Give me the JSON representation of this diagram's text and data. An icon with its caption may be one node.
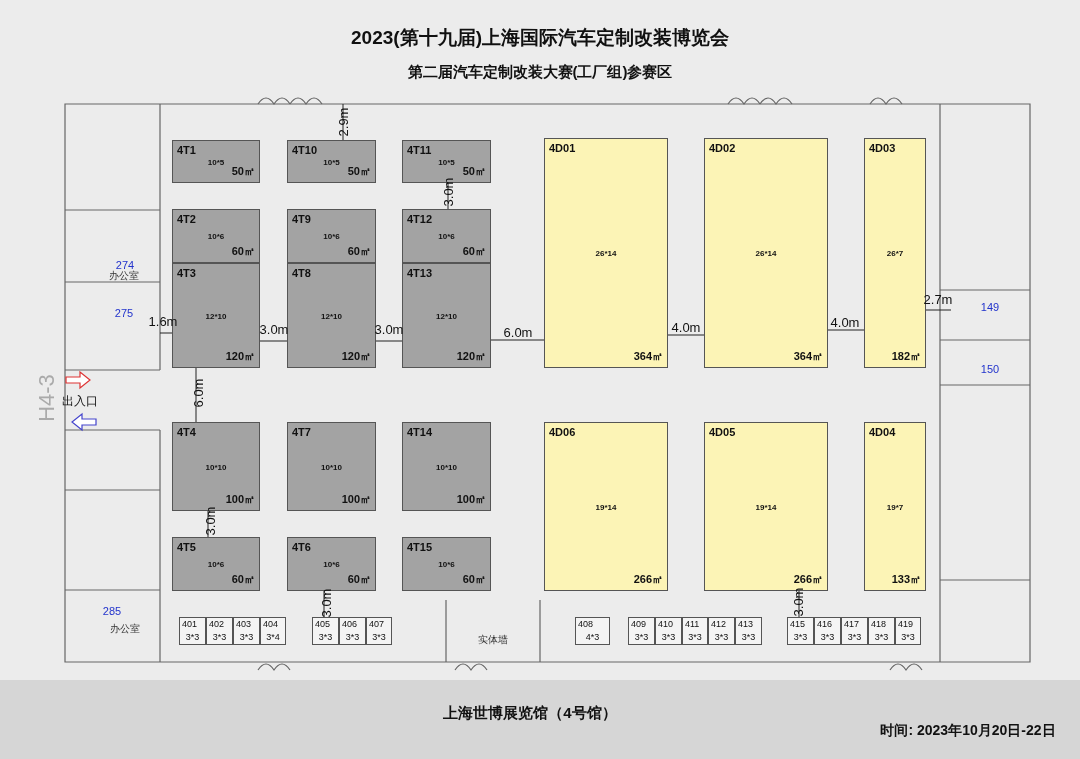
{
  "diagram": {
    "title": "2023(第十九届)上海国际汽车定制改装博览会",
    "caption": "第二届汽车定制改装大赛(工厂组)参赛区",
    "nodes": [
      {
        "text": [
          "4T1",
          "10*5",
          "50㎡"
        ]
      },
      {
        "text": [
          "4T10",
          "10*5",
          "50㎡"
        ]
      },
      {
        "text": [
          "4T11",
          "10*5",
          "50㎡"
        ]
      },
      {
        "text": [
          "4D01",
          "26*14",
          "364㎡"
        ]
      },
      {
        "text": [
          "4D02",
          "26*14",
          "364㎡"
        ]
      },
      {
        "text": [
          "4D03",
          "26*7",
          "182㎡"
        ]
      },
      {
        "text": [
          "4T2",
          "10*6",
          "60㎡"
        ]
      },
      {
        "text": [
          "4T9",
          "10*6",
          "60㎡"
        ]
      },
      {
        "text": [
          "4T12",
          "10*6",
          "60㎡"
        ]
      },
      {
        "text": [
          "4T3",
          "12*10",
          "120㎡"
        ]
      },
      {
        "text": [
          "4T8",
          "12*10",
          "120㎡"
        ]
      },
      {
        "text": [
          "4T13",
          "12*10",
          "120㎡"
        ]
      },
      {
        "text": [
          "4T4",
          "10*10",
          "100㎡"
        ]
      },
      {
        "text": [
          "4T7",
          "10*10",
          "100㎡"
        ]
      },
      {
        "text": [
          "4T14",
          "10*10",
          "100㎡"
        ]
      },
      {
        "text": [
          "4D06",
          "19*14",
          "266㎡"
        ]
      },
      {
        "text": [
          "4D05",
          "19*14",
          "266㎡"
        ]
      },
      {
        "text": [
          "4D04",
          "19*7",
          "133㎡"
        ]
      },
      {
        "text": [
          "4T5",
          "10*6",
          "60㎡"
        ]
      },
      {
        "text": [
          "4T6",
          "10*6",
          "60㎡"
        ]
      },
      {
        "text": [
          "4T15",
          "10*6",
          "60㎡"
        ]
      },
      {
        "text": [
          "401",
          "3*3"
        ]
      },
      {
        "text": [
          "402",
          "3*3"
        ]
      },
      {
        "text": [
          "403",
          "3*3"
        ]
      },
      {
        "text": [
          "404",
          "3*4"
        ]
      },
      {
        "text": [
          "405",
          "3*3"
        ]
      },
      {
        "text": [
          "406",
          "3*3"
        ]
      },
      {
        "text": [
          "407",
          "3*3"
        ]
      },
      {
        "text": [
          "408",
          "4*3"
        ]
      },
      {
        "text": [
          "409",
          "3*3"
        ]
      },
      {
        "text": [
          "410",
          "3*3"
        ]
      },
      {
        "text": [
          "411",
          "3*3"
        ]
      },
      {
        "text": [
          "412",
          "3*3"
        ]
      },
      {
        "text": [
          "413",
          "3*3"
        ]
      },
      {
        "text": [
          "415",
          "3*3"
        ]
      },
      {
        "text": [
          "416",
          "3*3"
        ]
      },
      {
        "text": [
          "417",
          "3*3"
        ]
      },
      {
        "text": [
          "418",
          "3*3"
        ]
      },
      {
        "text": [
          "419",
          "3*3"
        ]
      }
    ],
    "labels": [
      "2.9m",
      "3.0m",
      "274",
      "办公室",
      "2.7m",
      "149",
      "275",
      "1.6m",
      "3.0m",
      "3.0m",
      "6.0m",
      "4.0m",
      "4.0m",
      "150",
      "H4-3",
      "出入口",
      "6.0m",
      "3.0m",
      "285",
      "办公室",
      "3.0m",
      "3.0m",
      "实体墙",
      "上海世博展览馆（4号馆）",
      "时间: 2023年10月20日-22日"
    ]
  }
}
